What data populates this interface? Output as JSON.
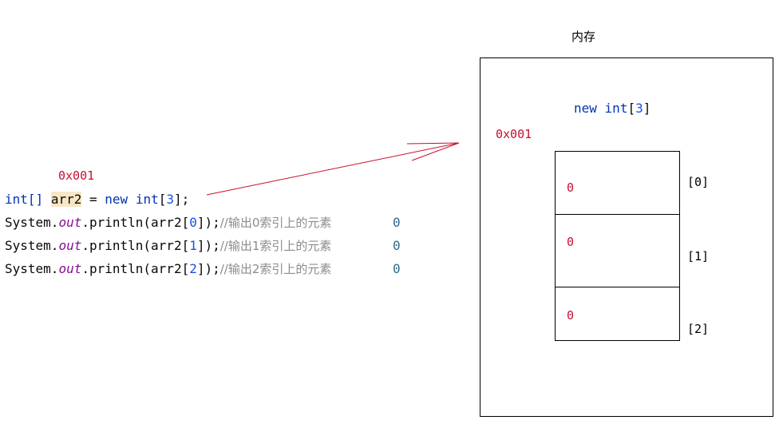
{
  "code": {
    "address_label": "0x001",
    "declaration": {
      "type": "int[]",
      "variable": "arr2",
      "operator": "=",
      "keyword_new": "new",
      "keyword_int": "int",
      "open_bracket": "[",
      "size": "3",
      "close": "];"
    },
    "print_lines": [
      {
        "prefix": "System.",
        "field": "out",
        "call": ".println(arr2[",
        "index": "0",
        "suffix": "]);",
        "comment": "//输出0索引上的元素",
        "result": "0"
      },
      {
        "prefix": "System.",
        "field": "out",
        "call": ".println(arr2[",
        "index": "1",
        "suffix": "]);",
        "comment": "//输出1索引上的元素",
        "result": "0"
      },
      {
        "prefix": "System.",
        "field": "out",
        "call": ".println(arr2[",
        "index": "2",
        "suffix": "]);",
        "comment": "//输出2索引上的元素",
        "result": "0"
      }
    ]
  },
  "memory": {
    "title": "内存",
    "expression": {
      "keyword_new": "new",
      "keyword_int": "int",
      "open_bracket": "[",
      "size": "3",
      "close_bracket": "]"
    },
    "address_label": "0x001",
    "cells": [
      {
        "value": "0",
        "index_label": "[0]"
      },
      {
        "value": "0",
        "index_label": "[1]"
      },
      {
        "value": "0",
        "index_label": "[2]"
      }
    ]
  },
  "colors": {
    "arrow": "#c8102e",
    "address": "#c8102e",
    "keyword": "#0033b3",
    "number": "#1750eb",
    "static_field": "#871094",
    "comment": "#8c8c8c",
    "variable_highlight": "#f7e6c4"
  }
}
